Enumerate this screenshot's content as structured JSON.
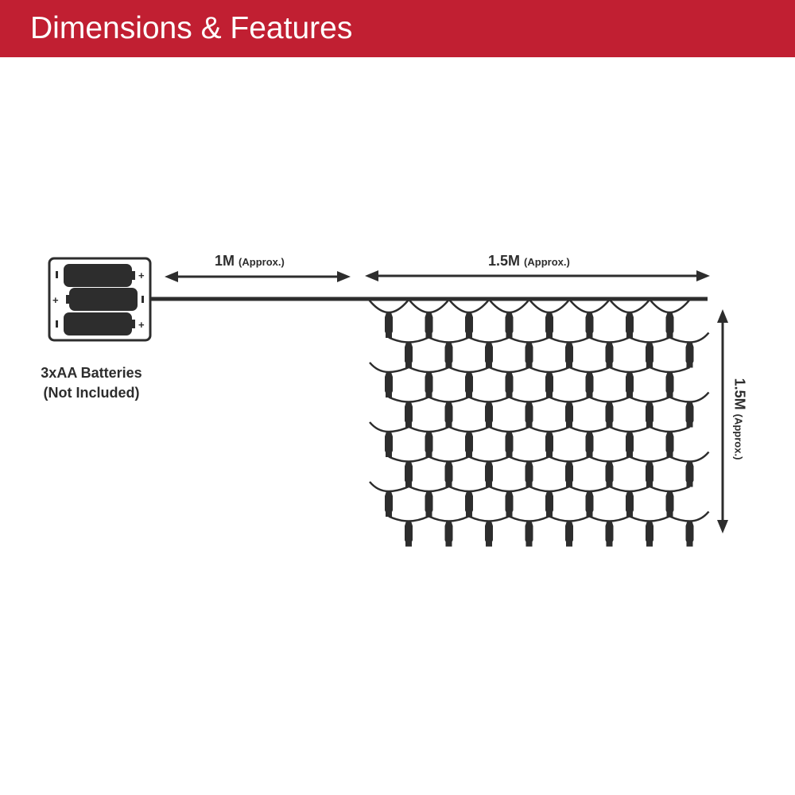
{
  "header": {
    "title": "Dimensions & Features"
  },
  "battery": {
    "line1": "3xAA Batteries",
    "line2": "(Not Included)"
  },
  "cable_length": {
    "value": "1M",
    "note": "(Approx.)"
  },
  "width": {
    "value": "1.5M",
    "note": "(Approx.)"
  },
  "height": {
    "value": "1.5M",
    "note": "(Approx.)"
  },
  "colors": {
    "banner": "#c11f32",
    "ink": "#2d2d2d"
  }
}
